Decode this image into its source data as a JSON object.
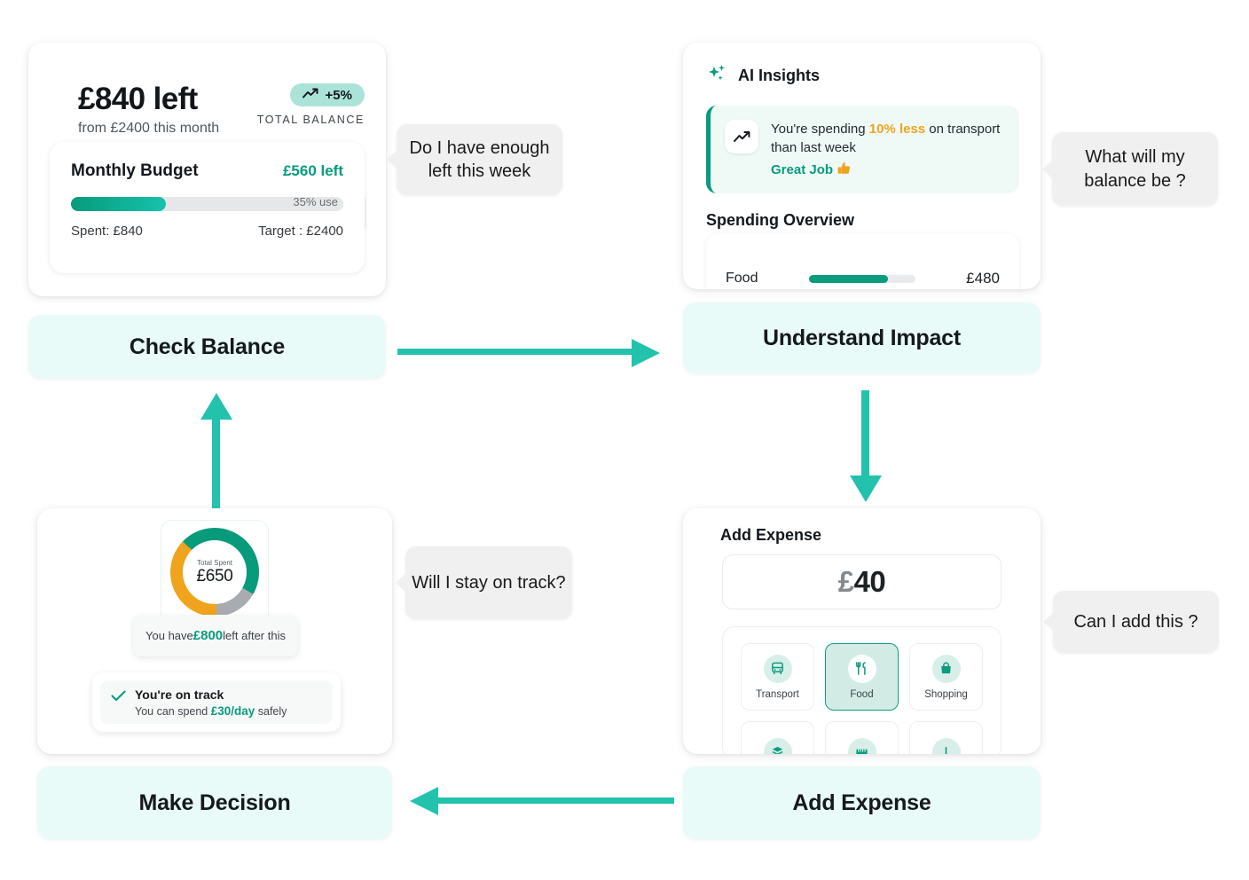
{
  "theme": {
    "teal": "#089b7f",
    "arrow_teal": "#22c2ad",
    "step_bg": "#e9fbf8",
    "orange": "#f0a31c",
    "grey": "#a8acb0"
  },
  "balance_card": {
    "amount": "£840 left",
    "subtitle": "from £2400 this month",
    "trend_badge": "+5%",
    "trend_icon": "trending-up-icon",
    "total_balance_label": "TOTAL BALANCE",
    "budget_title": "Monthly Budget",
    "budget_left": "£560 left",
    "progress_pct_label": "35% use",
    "progress_pct": 35,
    "spent_label": "Spent: £840",
    "target_label": "Target : £2400"
  },
  "ai_card": {
    "title": "AI Insights",
    "sparkle_icon": "sparkle-icon",
    "insight_icon": "trending-up-icon",
    "insight_text_1": "You're spending ",
    "insight_highlight": "10% less",
    "insight_text_2": " on transport than last week",
    "insight_cta": "Great Job",
    "thumbs_icon": "thumbs-up-icon",
    "spending_overview_title": "Spending Overview",
    "spending_rows": [
      {
        "category": "Food",
        "value": "£480",
        "pct": 74
      }
    ]
  },
  "track_card": {
    "donut_caption": "Total Spent",
    "donut_value": "£650",
    "donut_segments": [
      {
        "name": "teal",
        "color": "#079b7c",
        "pct": 46
      },
      {
        "name": "grey",
        "color": "#a8acb0",
        "pct": 16
      },
      {
        "name": "orange",
        "color": "#f0a31c",
        "pct": 38
      }
    ],
    "tooltip_prefix": "You have ",
    "tooltip_amount": "£800",
    "tooltip_suffix": " left after this",
    "check_icon": "check-icon",
    "ontrack_title": "You're on track",
    "ontrack_sub_prefix": "You can spend ",
    "ontrack_sub_amount": "£30/day",
    "ontrack_sub_suffix": " safely"
  },
  "expense_card": {
    "title": "Add Expense",
    "amount_currency": "£",
    "amount_value": "40",
    "categories": [
      {
        "label": "Transport",
        "icon": "bus-icon",
        "selected": false
      },
      {
        "label": "Food",
        "icon": "cutlery-icon",
        "selected": true
      },
      {
        "label": "Shopping",
        "icon": "bag-icon",
        "selected": false
      },
      {
        "label": "",
        "icon": "layers-icon",
        "selected": false
      },
      {
        "label": "",
        "icon": "ruler-icon",
        "selected": false
      },
      {
        "label": "",
        "icon": "plus-icon",
        "selected": false
      }
    ]
  },
  "flow_steps": {
    "check_balance": "Check Balance",
    "understand_impact": "Understand Impact",
    "make_decision": "Make Decision",
    "add_expense": "Add Expense"
  },
  "bubbles": {
    "b1": "Do I have enough left this week",
    "b2": "What will my balance be ?",
    "b3": "Will I stay on track?",
    "b4": "Can I add this ?"
  }
}
